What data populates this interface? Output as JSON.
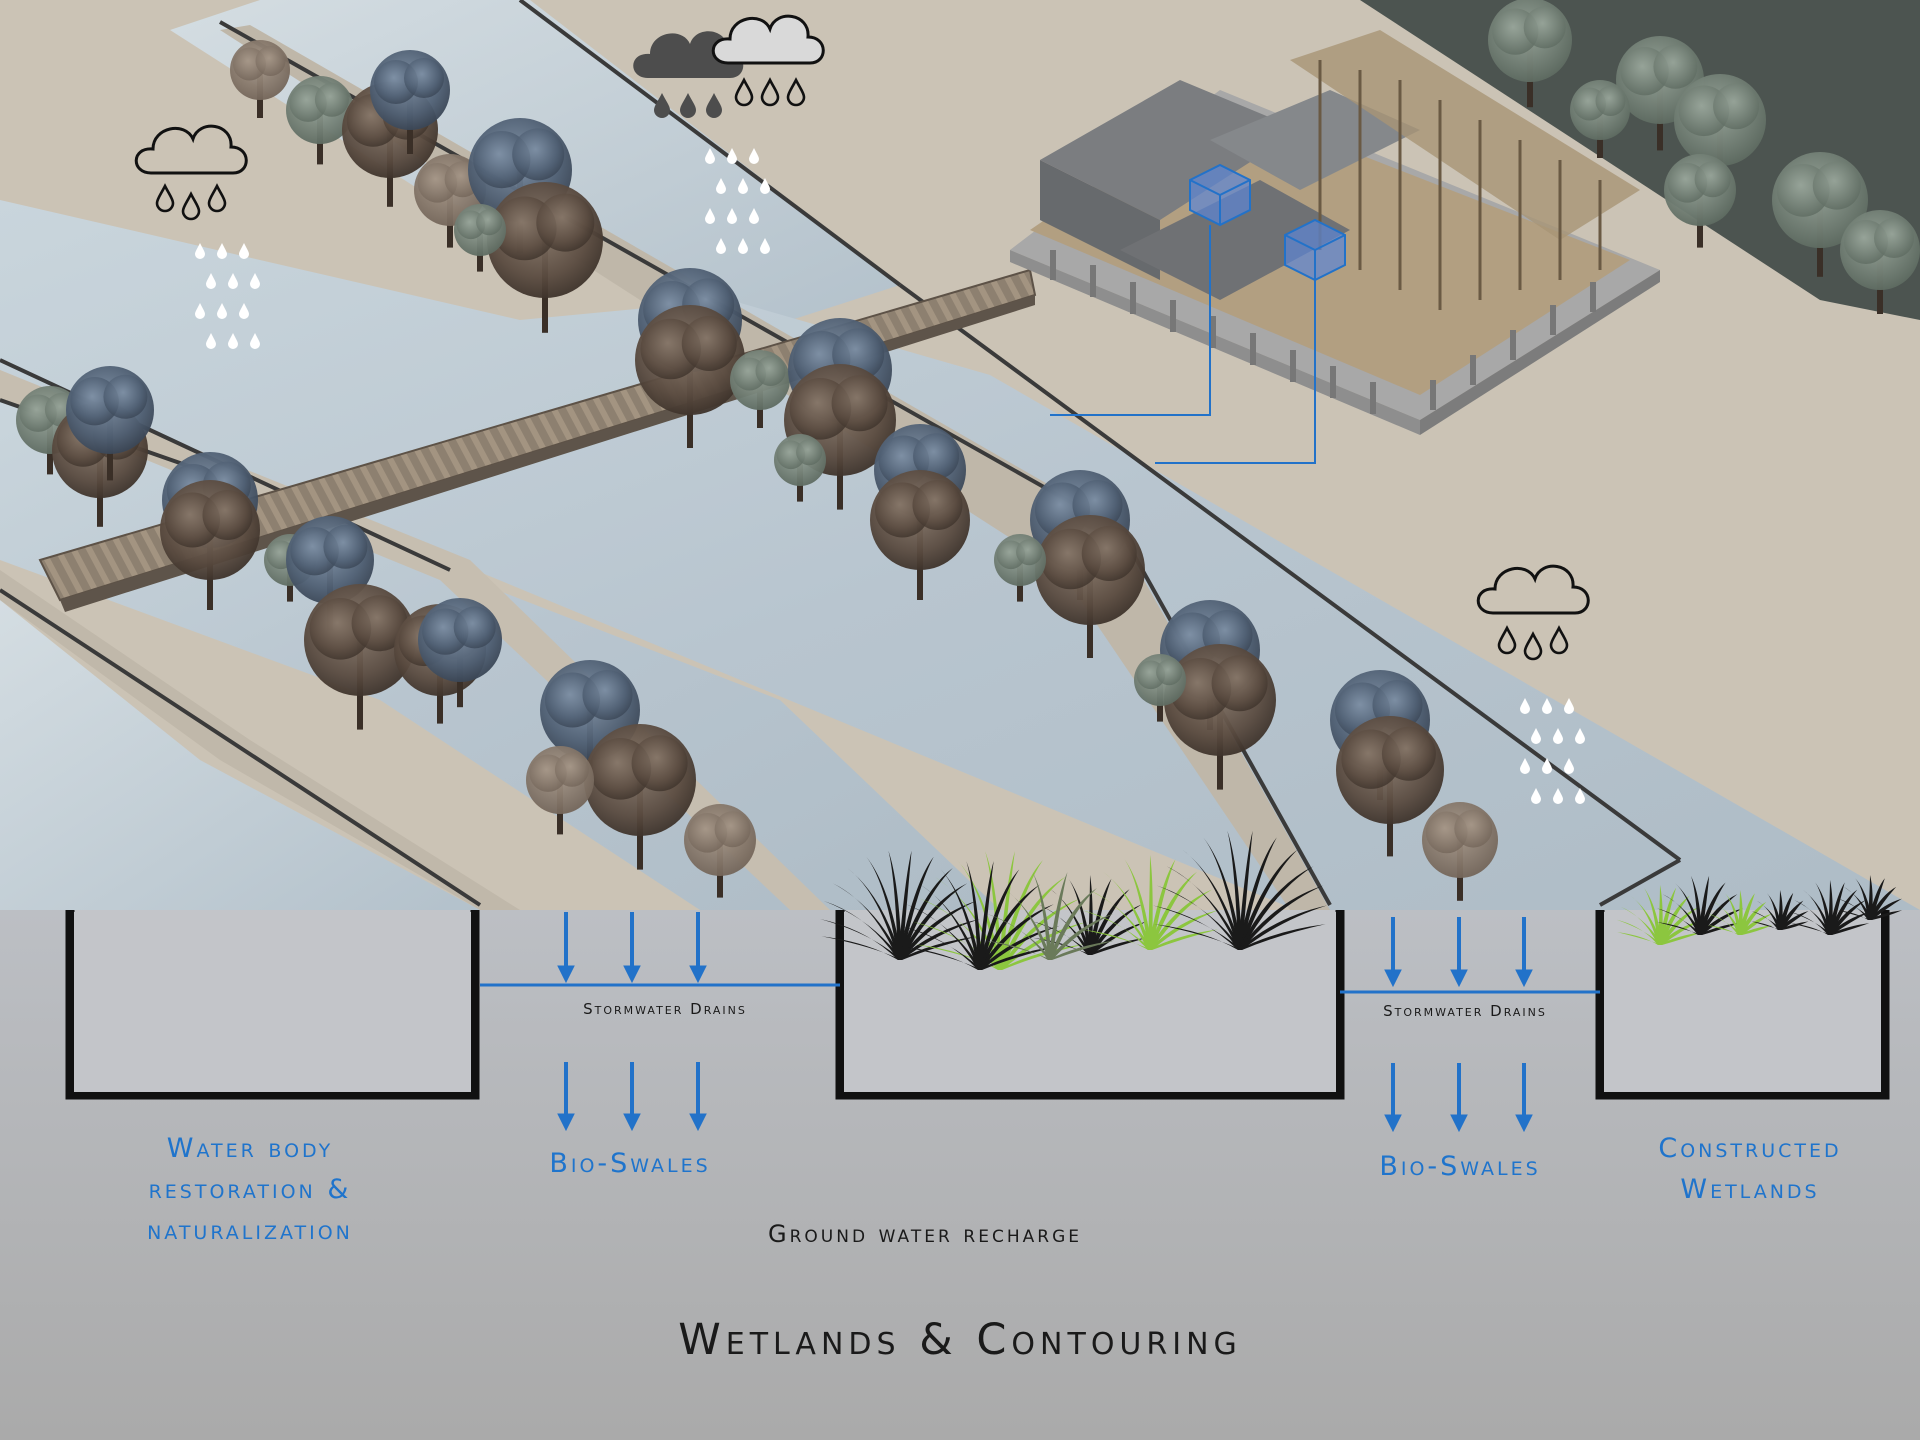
{
  "title": "Wetlands & Contouring",
  "labels": {
    "water_body": "Water body restoration & naturalization",
    "bio_swales_left": "Bio-Swales",
    "bio_swales_right": "Bio-Swales",
    "constructed_wetlands": "Constructed Wetlands",
    "stormwater_left": "Stormwater Drains",
    "stormwater_right": "Stormwater Drains",
    "ground_water": "Ground water recharge"
  },
  "colors": {
    "background": "#a9a9a9",
    "section_fill": "#c3c5c9",
    "ground_beige": "#cbc3b5",
    "water": "#bfcbd3",
    "label_blue": "#1f74cc",
    "arrow_blue": "#2272c9",
    "grass_green": "#8cc63f",
    "grass_dark": "#1a1a1a",
    "forest_dark": "#4c5450"
  },
  "icons": [
    "rain-cloud-icon",
    "downward-arrow-icon",
    "water-tank-cube-icon"
  ]
}
